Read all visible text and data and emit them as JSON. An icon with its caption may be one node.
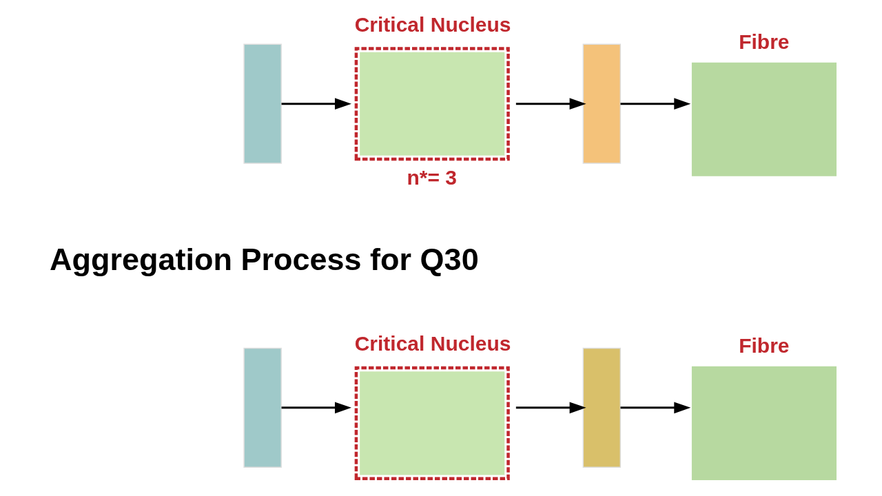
{
  "diagram": {
    "nodes": [
      {
        "text": [],
        "shape": "box"
      },
      {
        "text": [
          "Critical Nucleus"
        ],
        "beside": [
          "n*= 3"
        ]
      },
      {
        "text": [],
        "shape": "box"
      },
      {
        "text": [
          "Fibre"
        ]
      },
      {
        "text": [],
        "shape": "box"
      },
      {
        "text": [
          "Critical Nucleus"
        ]
      },
      {
        "text": [],
        "shape": "box"
      },
      {
        "text": [
          "Fibre"
        ]
      }
    ],
    "edges": [
      {
        "from": 0,
        "to": 1,
        "arrow": "to"
      },
      {
        "from": 1,
        "to": 2,
        "arrow": "to"
      },
      {
        "from": 2,
        "to": 3,
        "arrow": "to"
      },
      {
        "from": 4,
        "to": 5,
        "arrow": "to"
      },
      {
        "from": 5,
        "to": 6,
        "arrow": "to"
      },
      {
        "from": 6,
        "to": 7,
        "arrow": "to"
      }
    ],
    "labels": [
      "Aggregation Process for Q30"
    ]
  }
}
